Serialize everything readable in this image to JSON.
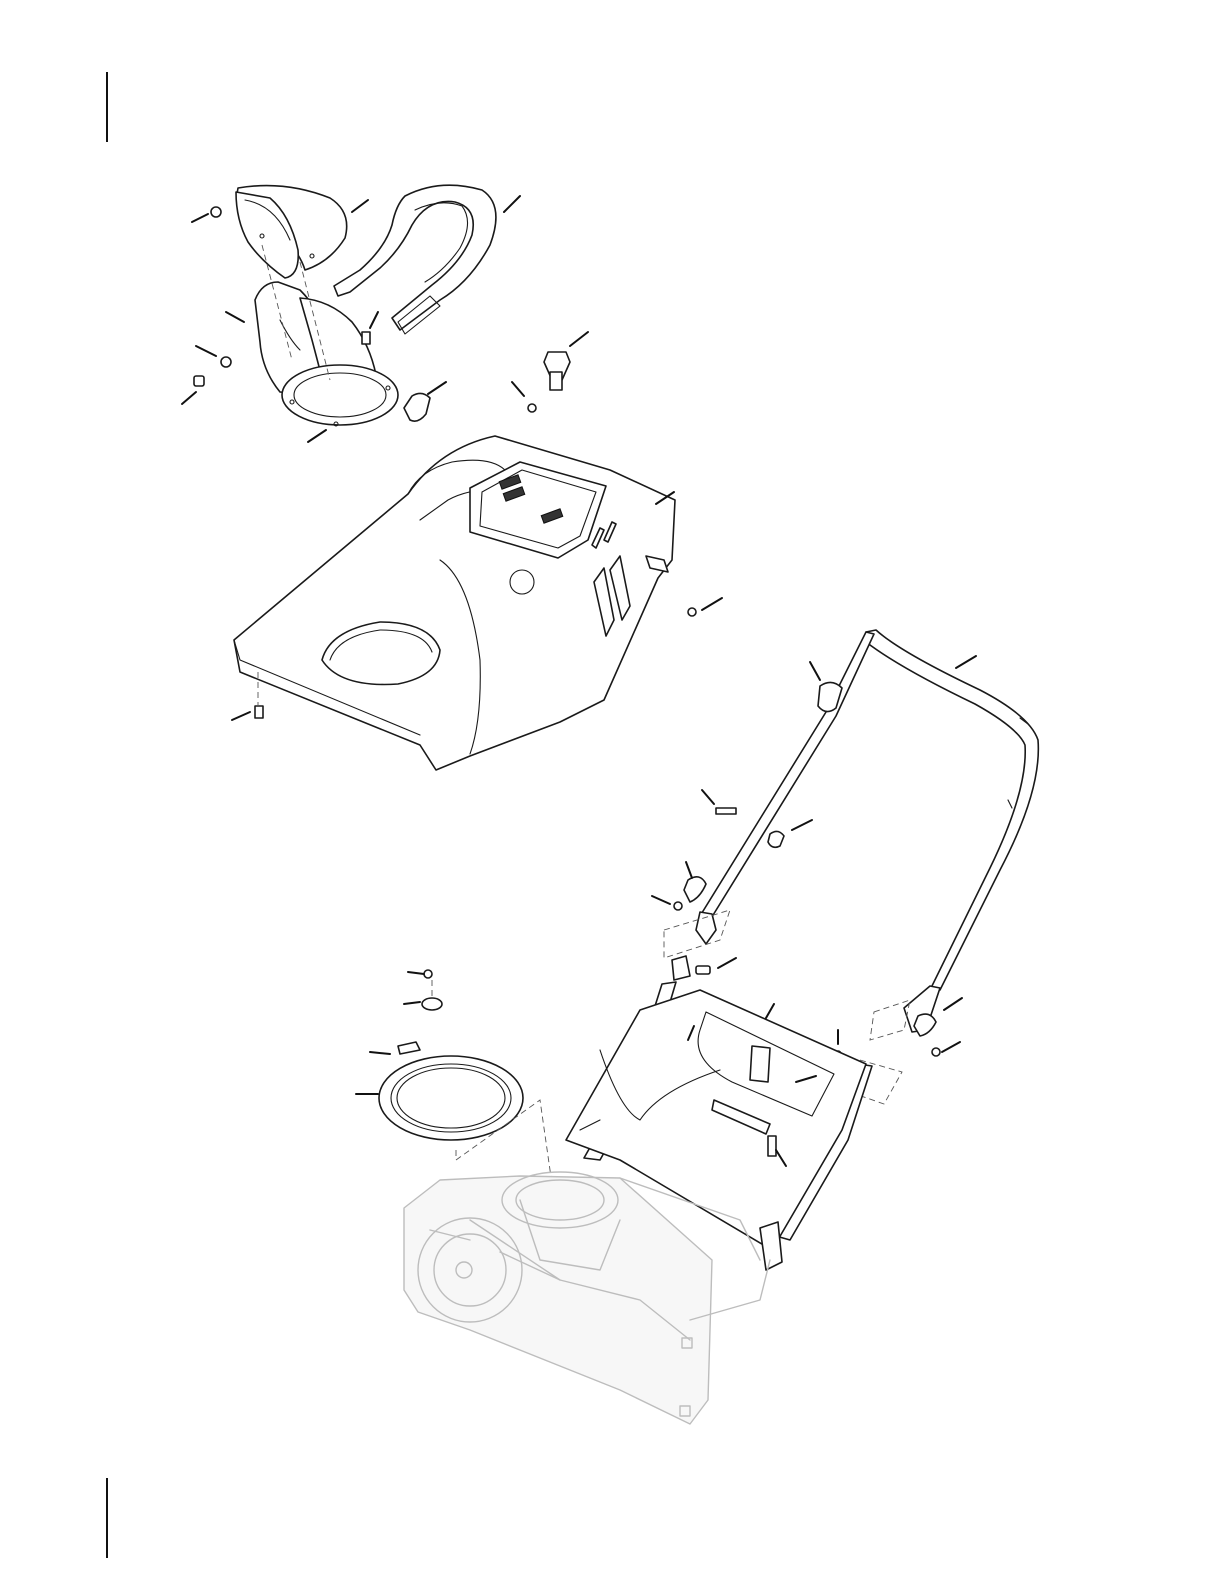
{
  "figure": {
    "kind": "exploded-parts-diagram",
    "components": [
      "chute-deflector",
      "chute-crank-handle",
      "discharge-chute",
      "chute-tab",
      "push-pin",
      "shroud",
      "upper-handle",
      "lower-handle",
      "handle-knob",
      "handle-panel",
      "chute-ring-gear",
      "snow-thrower-housing"
    ]
  },
  "colors": {
    "ink": "#1a1a1a",
    "ghost": "#bdbdbd",
    "paper": "#ffffff"
  }
}
